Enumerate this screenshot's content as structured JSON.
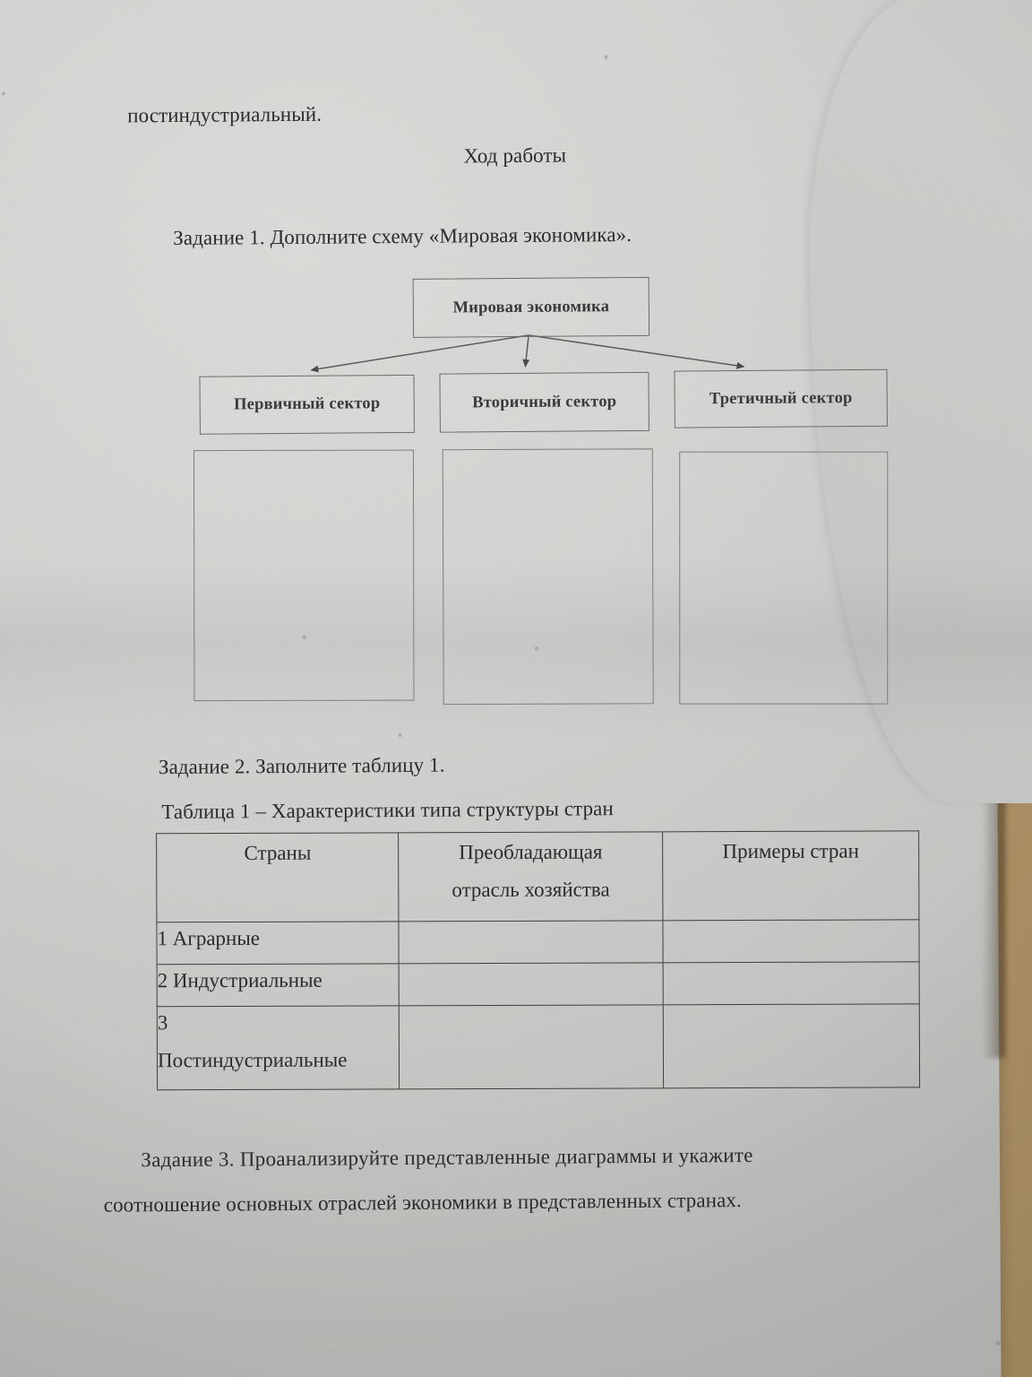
{
  "document": {
    "lead_line": "постиндустриальный.",
    "section_heading": "Ход работы",
    "task1": "Задание 1. Дополните схему «Мировая экономика».",
    "task2": "Задание 2. Заполните таблицу 1.",
    "table_caption": "Таблица 1 – Характеристики типа структуры стран",
    "task3_line1": "Задание  3.  Проанализируйте  представленные  диаграммы  и  укажите",
    "task3_line2": "соотношение основных отраслей экономики в представленных странах."
  },
  "diagram": {
    "root": "Мировая экономика",
    "sectors": [
      {
        "label": "Первичный сектор"
      },
      {
        "label": "Вторичный сектор"
      },
      {
        "label": "Третичный сектор"
      }
    ],
    "answer_boxes": [
      {
        "value": ""
      },
      {
        "value": ""
      },
      {
        "value": ""
      }
    ]
  },
  "table": {
    "headers": {
      "col1": "Страны",
      "col2_line1": "Преобладающая",
      "col2_line2": "отрасль хозяйства",
      "col3": "Примеры стран"
    },
    "rows": [
      {
        "name_line1": "1 Аграрные",
        "name_line2": "",
        "industry": "",
        "examples": ""
      },
      {
        "name_line1": "2 Индустриальные",
        "name_line2": "",
        "industry": "",
        "examples": ""
      },
      {
        "name_line1": "3",
        "name_line2": "Постиндустриальные",
        "industry": "",
        "examples": ""
      }
    ]
  }
}
